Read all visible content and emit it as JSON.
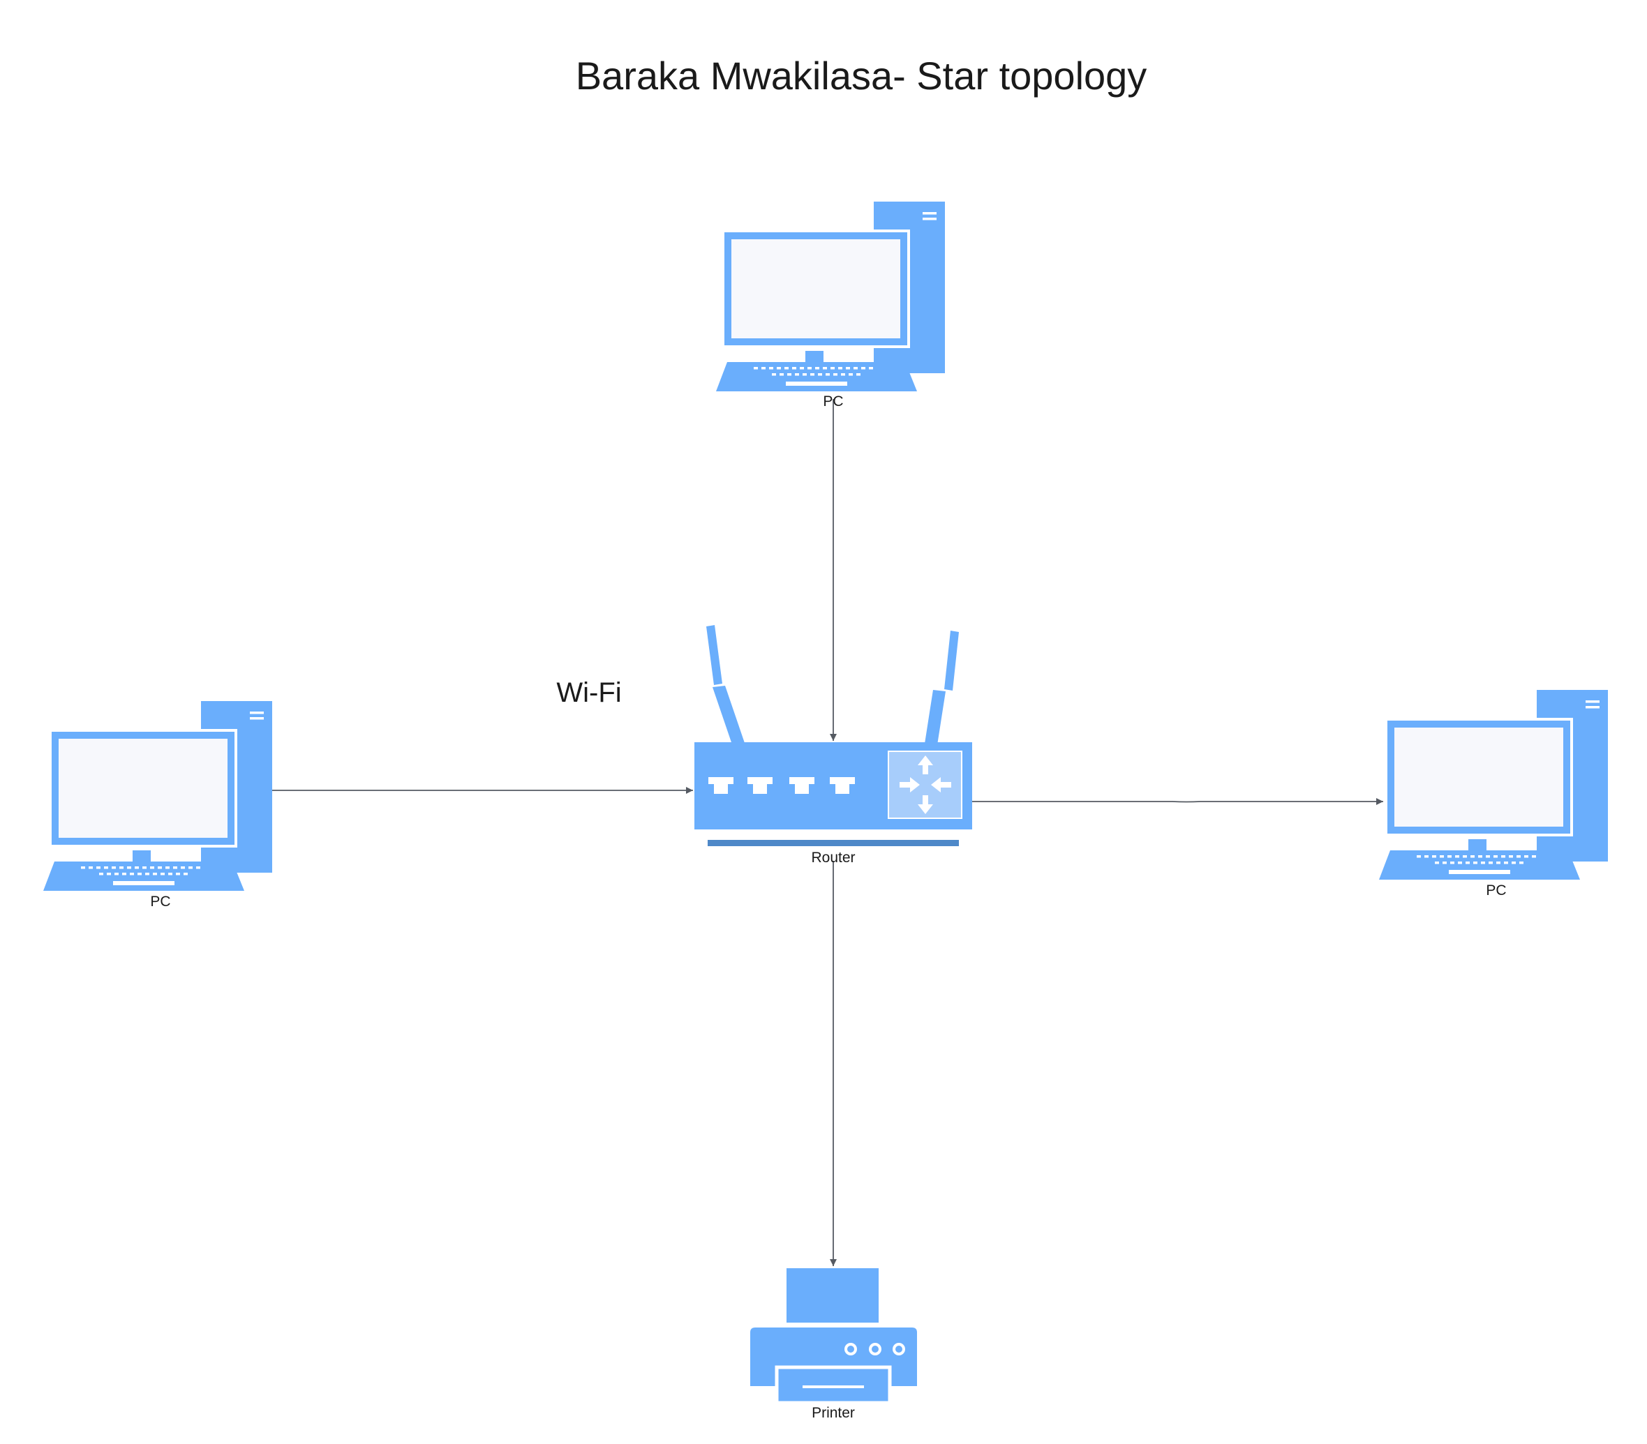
{
  "diagram": {
    "title": "Baraka Mwakilasa- Star topology",
    "connection_label": "Wi-Fi",
    "colors": {
      "device": "#6aaefc",
      "device_dark": "#4e88c8",
      "screen": "#f7f8fc",
      "edge": "#555a62",
      "background": "#ffffff"
    },
    "nodes": [
      {
        "id": "pc_top",
        "type": "pc",
        "label": "PC",
        "icon": "desktop-computer-icon"
      },
      {
        "id": "router",
        "type": "router",
        "label": "Router",
        "icon": "wireless-router-icon"
      },
      {
        "id": "pc_left",
        "type": "pc",
        "label": "PC",
        "icon": "desktop-computer-icon"
      },
      {
        "id": "pc_right",
        "type": "pc",
        "label": "PC",
        "icon": "desktop-computer-icon"
      },
      {
        "id": "printer",
        "type": "printer",
        "label": "Printer",
        "icon": "printer-icon"
      }
    ],
    "edges": [
      {
        "from": "pc_top",
        "to": "router",
        "arrow": "end"
      },
      {
        "from": "pc_left",
        "to": "router",
        "arrow": "end"
      },
      {
        "from": "router",
        "to": "pc_right",
        "arrow": "end"
      },
      {
        "from": "router",
        "to": "printer",
        "arrow": "end"
      }
    ]
  }
}
